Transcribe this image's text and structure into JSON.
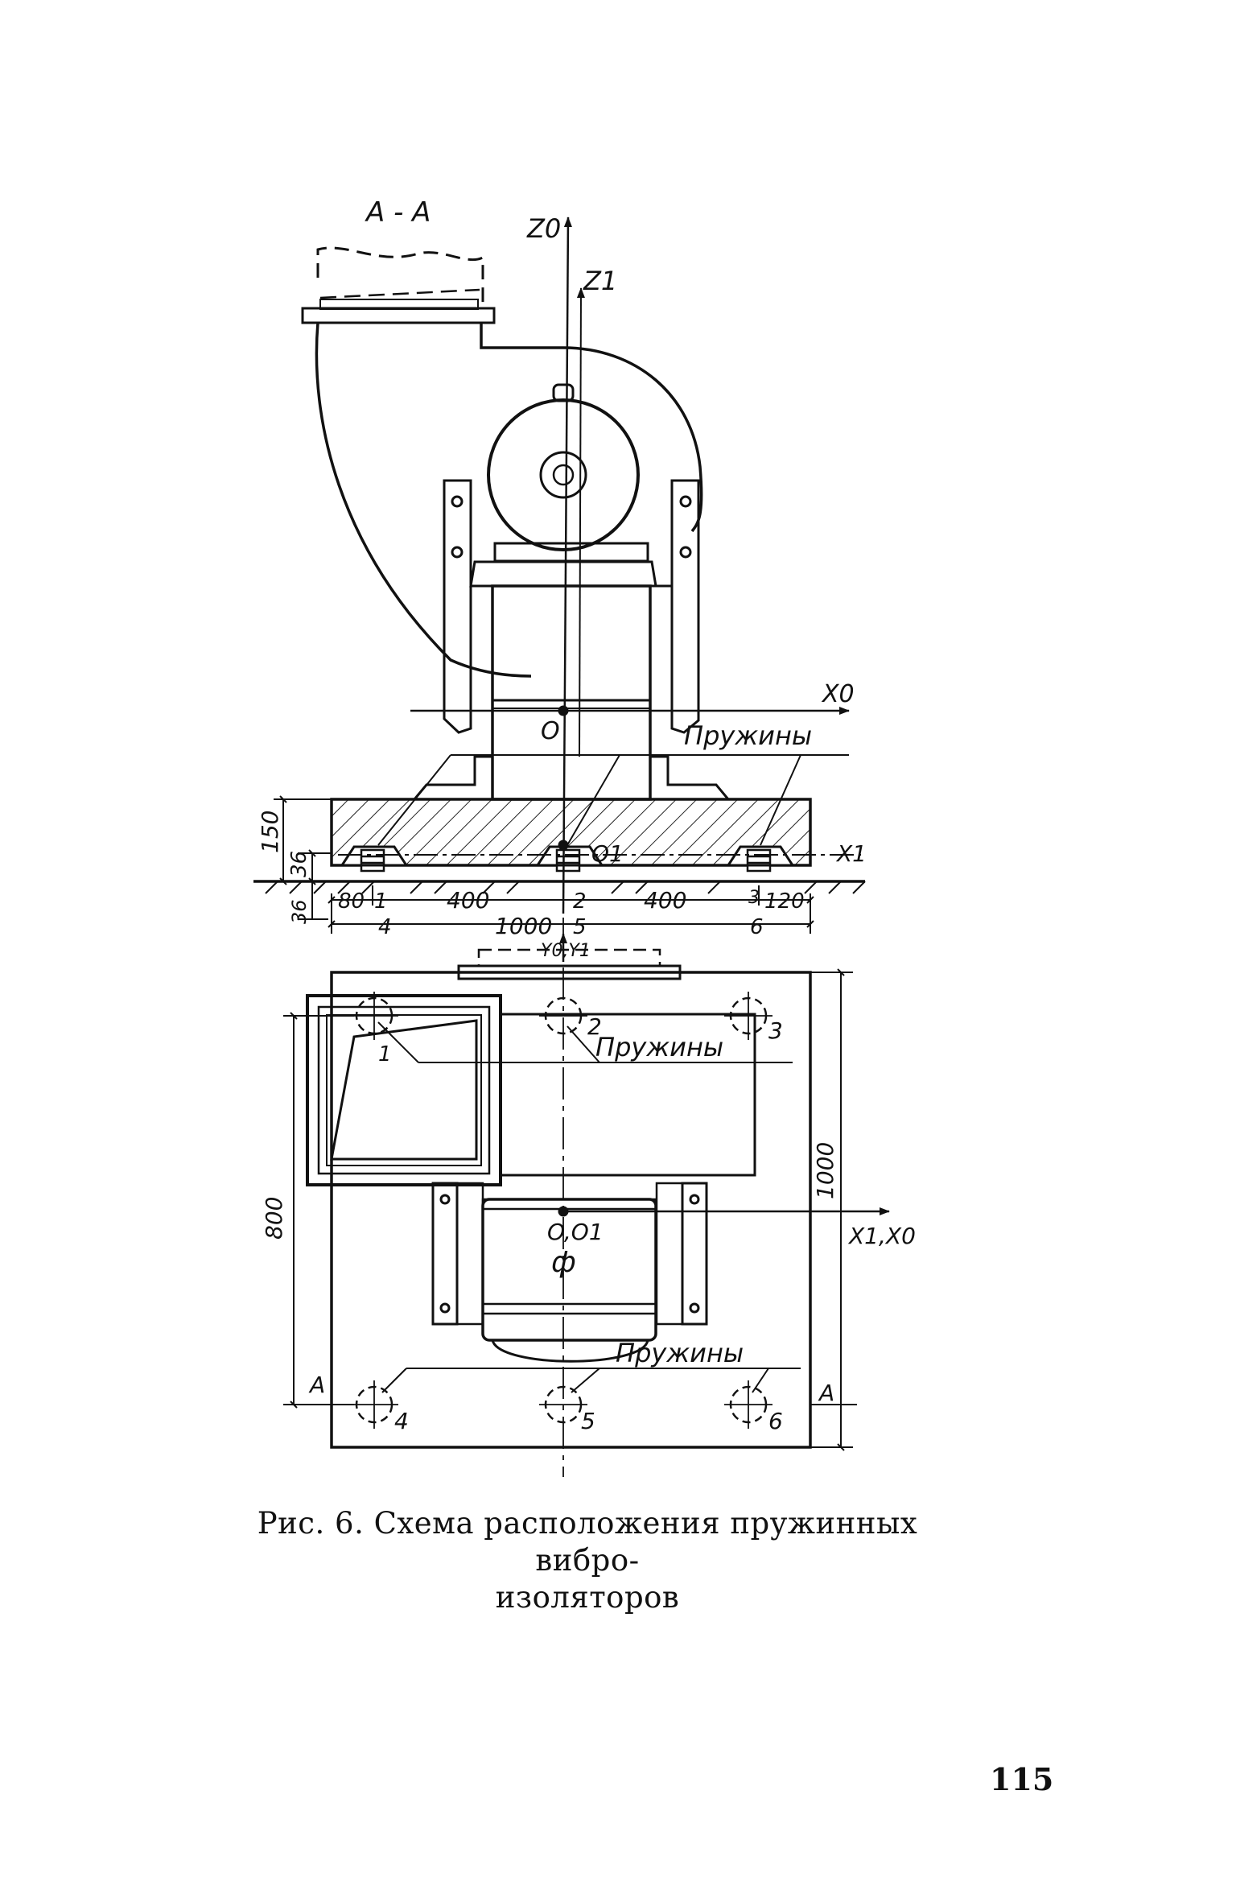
{
  "section_label": "А - А",
  "axes": {
    "z0": "Z0",
    "z1": "Z1",
    "x0": "X0",
    "x1": "X1",
    "y0y1": "Y0,Y1",
    "x1x0": "X1,X0"
  },
  "origin_labels": {
    "o": "O",
    "o1": "O1",
    "oo1": "O,O1"
  },
  "callouts": {
    "springs_elevation": "Пружины",
    "springs_plan_top": "Пружины",
    "springs_plan_bottom": "Пружины"
  },
  "dimensions": {
    "d150": "150",
    "d36_upper": "36",
    "d36_lower": "36",
    "d80": "80",
    "d400_left": "400",
    "d400_right": "400",
    "d120": "120",
    "d1000_bottom": "1000",
    "d800": "800",
    "d1000_side": "1000"
  },
  "spring_numbers": {
    "elev": [
      "1",
      "2",
      "3",
      "4",
      "5",
      "6"
    ],
    "plan": [
      "1",
      "2",
      "3",
      "4",
      "5",
      "6"
    ]
  },
  "section_marks": [
    "А",
    "А"
  ],
  "motor_symbol": "ф",
  "caption": {
    "line1": "Рис. 6. Схема расположения пружинных вибро-",
    "line2": "изоляторов"
  },
  "page_number": "115"
}
